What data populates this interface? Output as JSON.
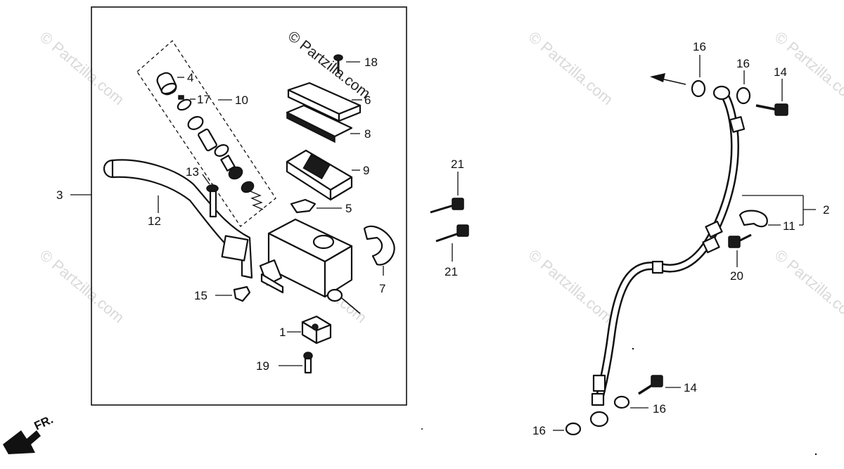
{
  "watermark": {
    "main": "© Partzilla.com",
    "faint": "© Partzilla.com"
  },
  "front_marker": "FR.",
  "callouts": {
    "c1": "1",
    "c2": "2",
    "c3": "3",
    "c4": "4",
    "c5": "5",
    "c6": "6",
    "c7": "7",
    "c8": "8",
    "c9": "9",
    "c10": "10",
    "c11": "11",
    "c12": "12",
    "c13": "13",
    "c14a": "14",
    "c14b": "14",
    "c15": "15",
    "c16a": "16",
    "c16b": "16",
    "c16c": "16",
    "c16d": "16",
    "c17": "17",
    "c18": "18",
    "c19": "19",
    "c20": "20",
    "c21a": "21",
    "c21b": "21"
  }
}
